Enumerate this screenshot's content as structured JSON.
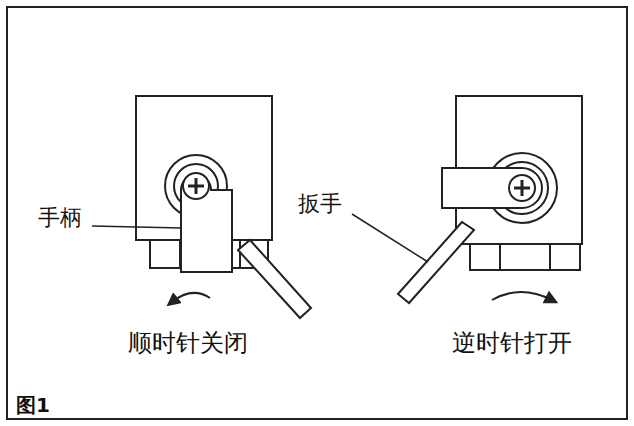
{
  "diagram": {
    "caption": "图1",
    "labels": [
      "手柄",
      "扳手",
      "顺时针关闭",
      "逆时针打开"
    ]
  }
}
